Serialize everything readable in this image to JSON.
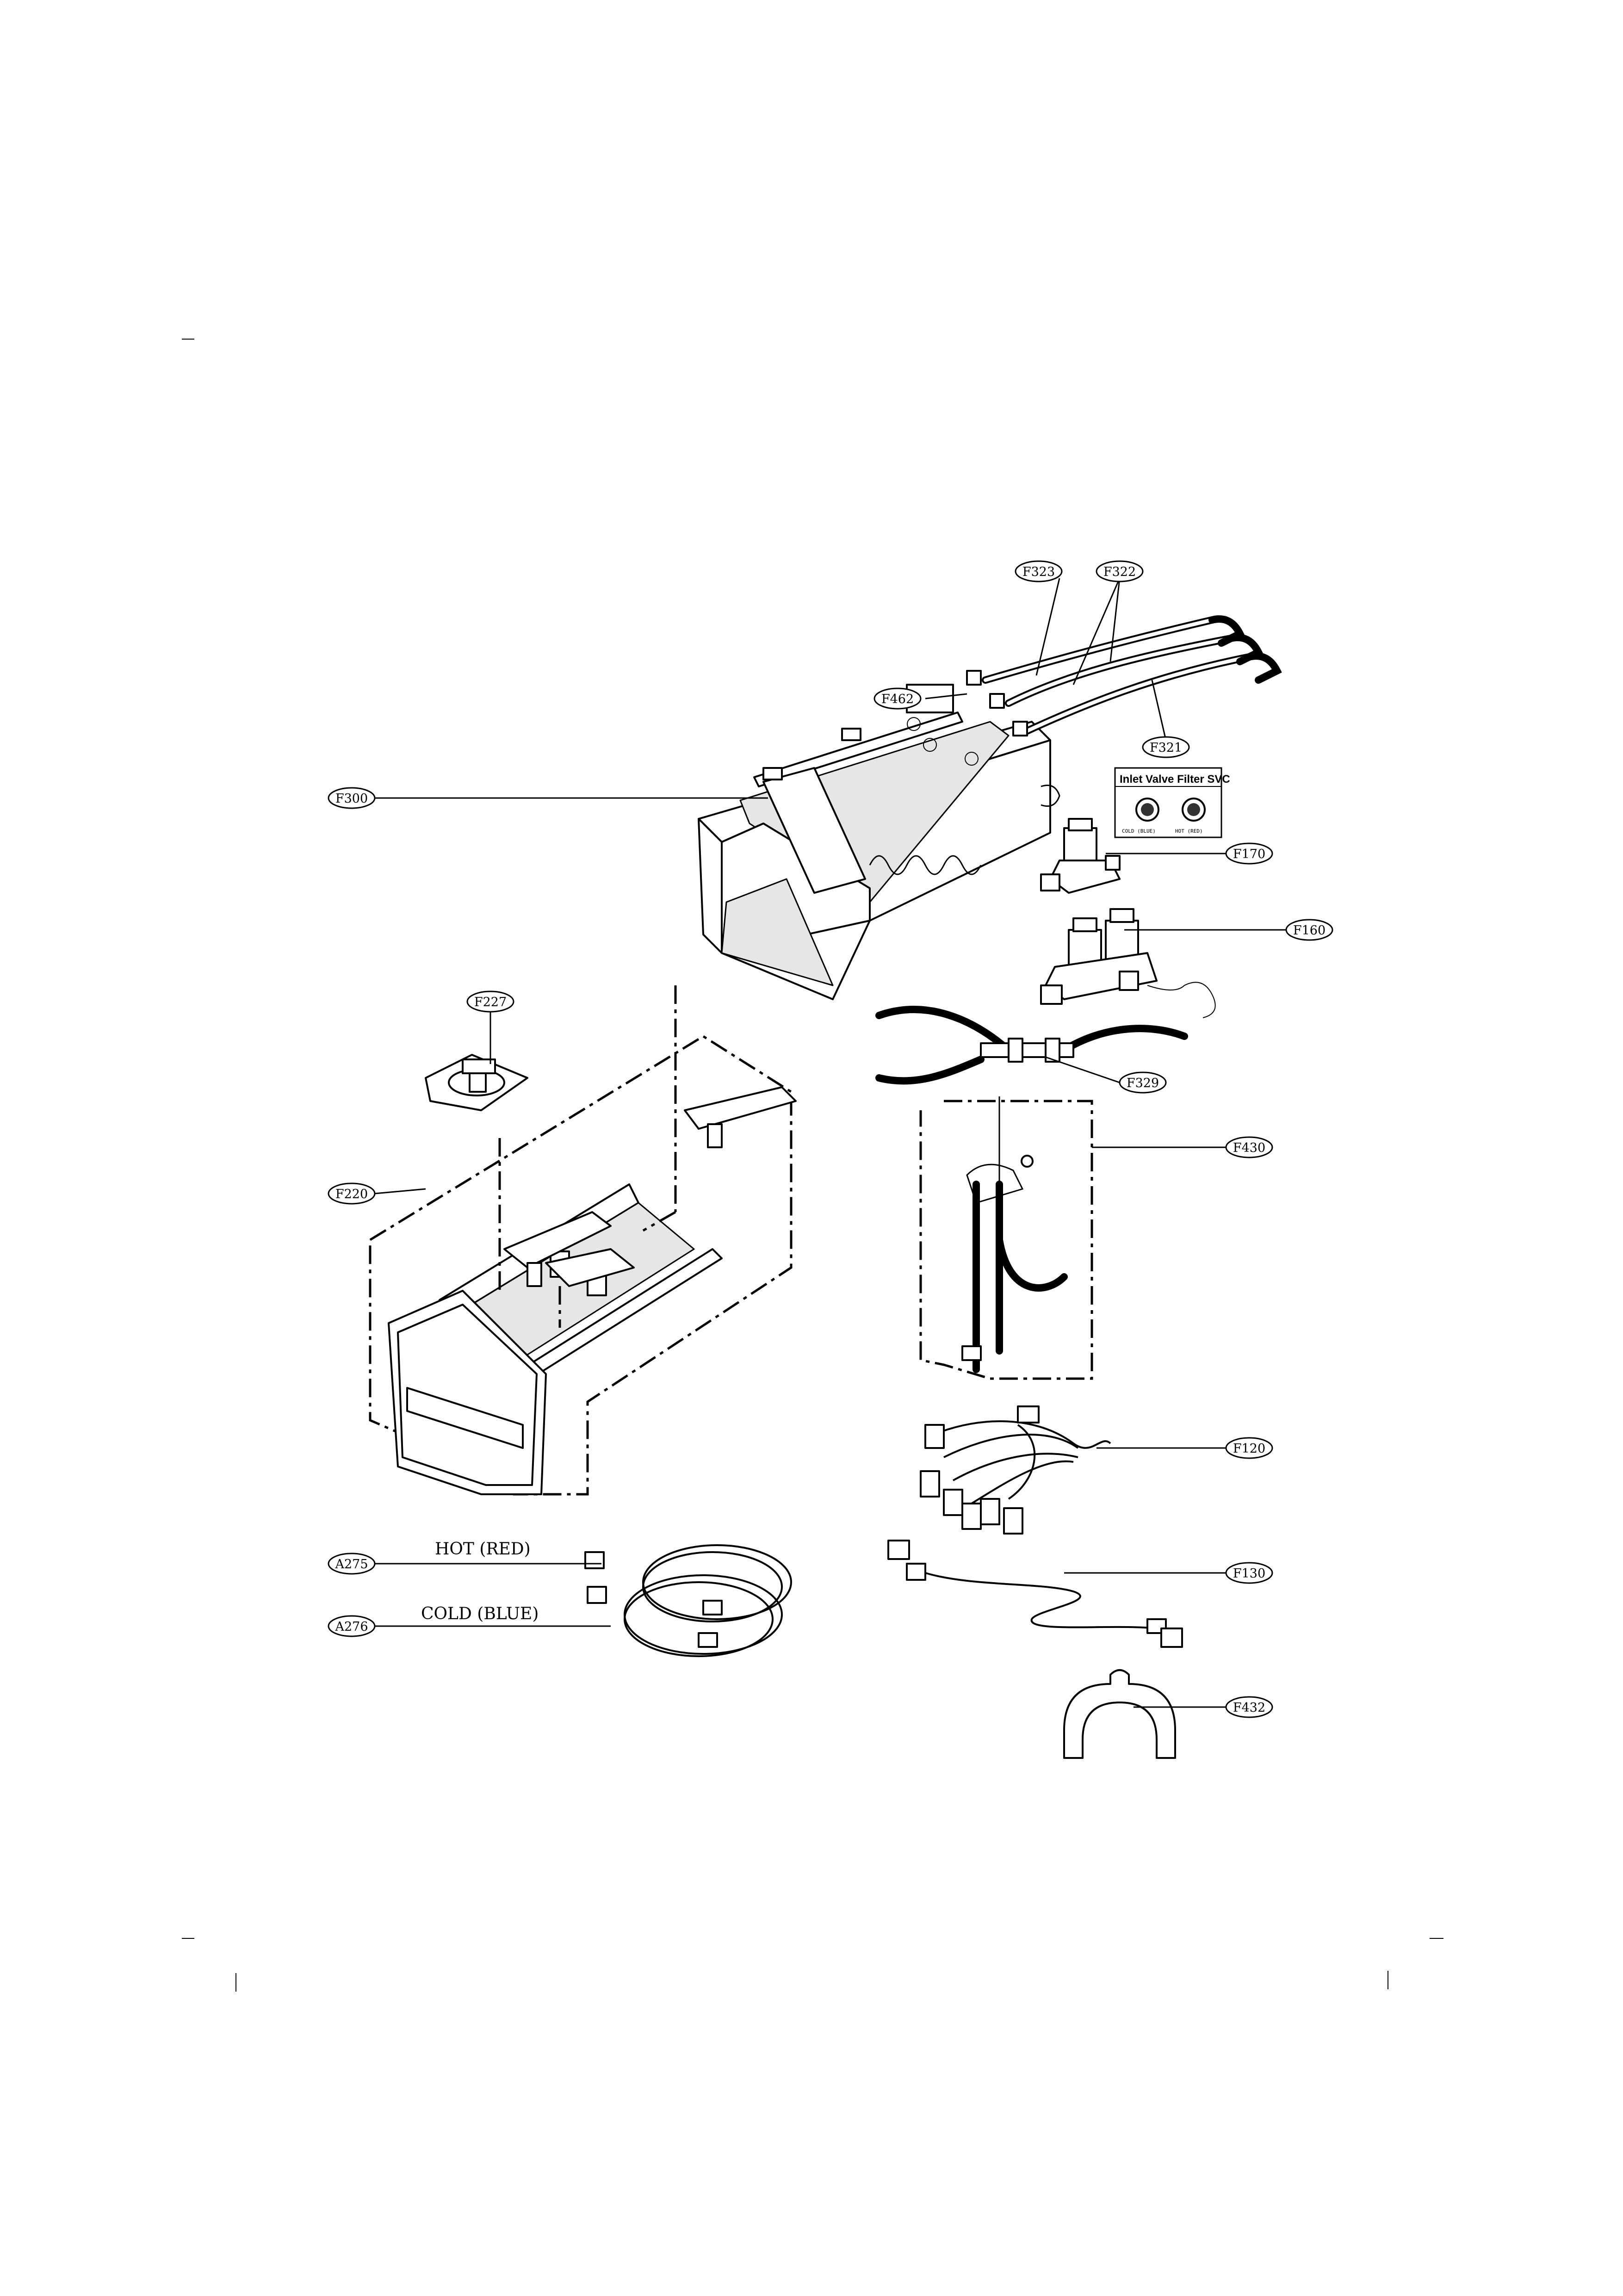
{
  "diagram": {
    "callouts": {
      "f323": "F323",
      "f322": "F322",
      "f462": "F462",
      "f321": "F321",
      "f300": "F300",
      "f170": "F170",
      "f160": "F160",
      "f227": "F227",
      "f329": "F329",
      "f220": "F220",
      "f430": "F430",
      "f120": "F120",
      "a275": "A275",
      "f130": "F130",
      "a276": "A276",
      "f432": "F432"
    },
    "hose_labels": {
      "hot": "HOT (RED)",
      "cold": "COLD (BLUE)"
    },
    "inlet_box": {
      "title": "Inlet Valve Filter SVC",
      "left_caption": "COLD (BLUE)",
      "right_caption": "HOT (RED)"
    }
  }
}
